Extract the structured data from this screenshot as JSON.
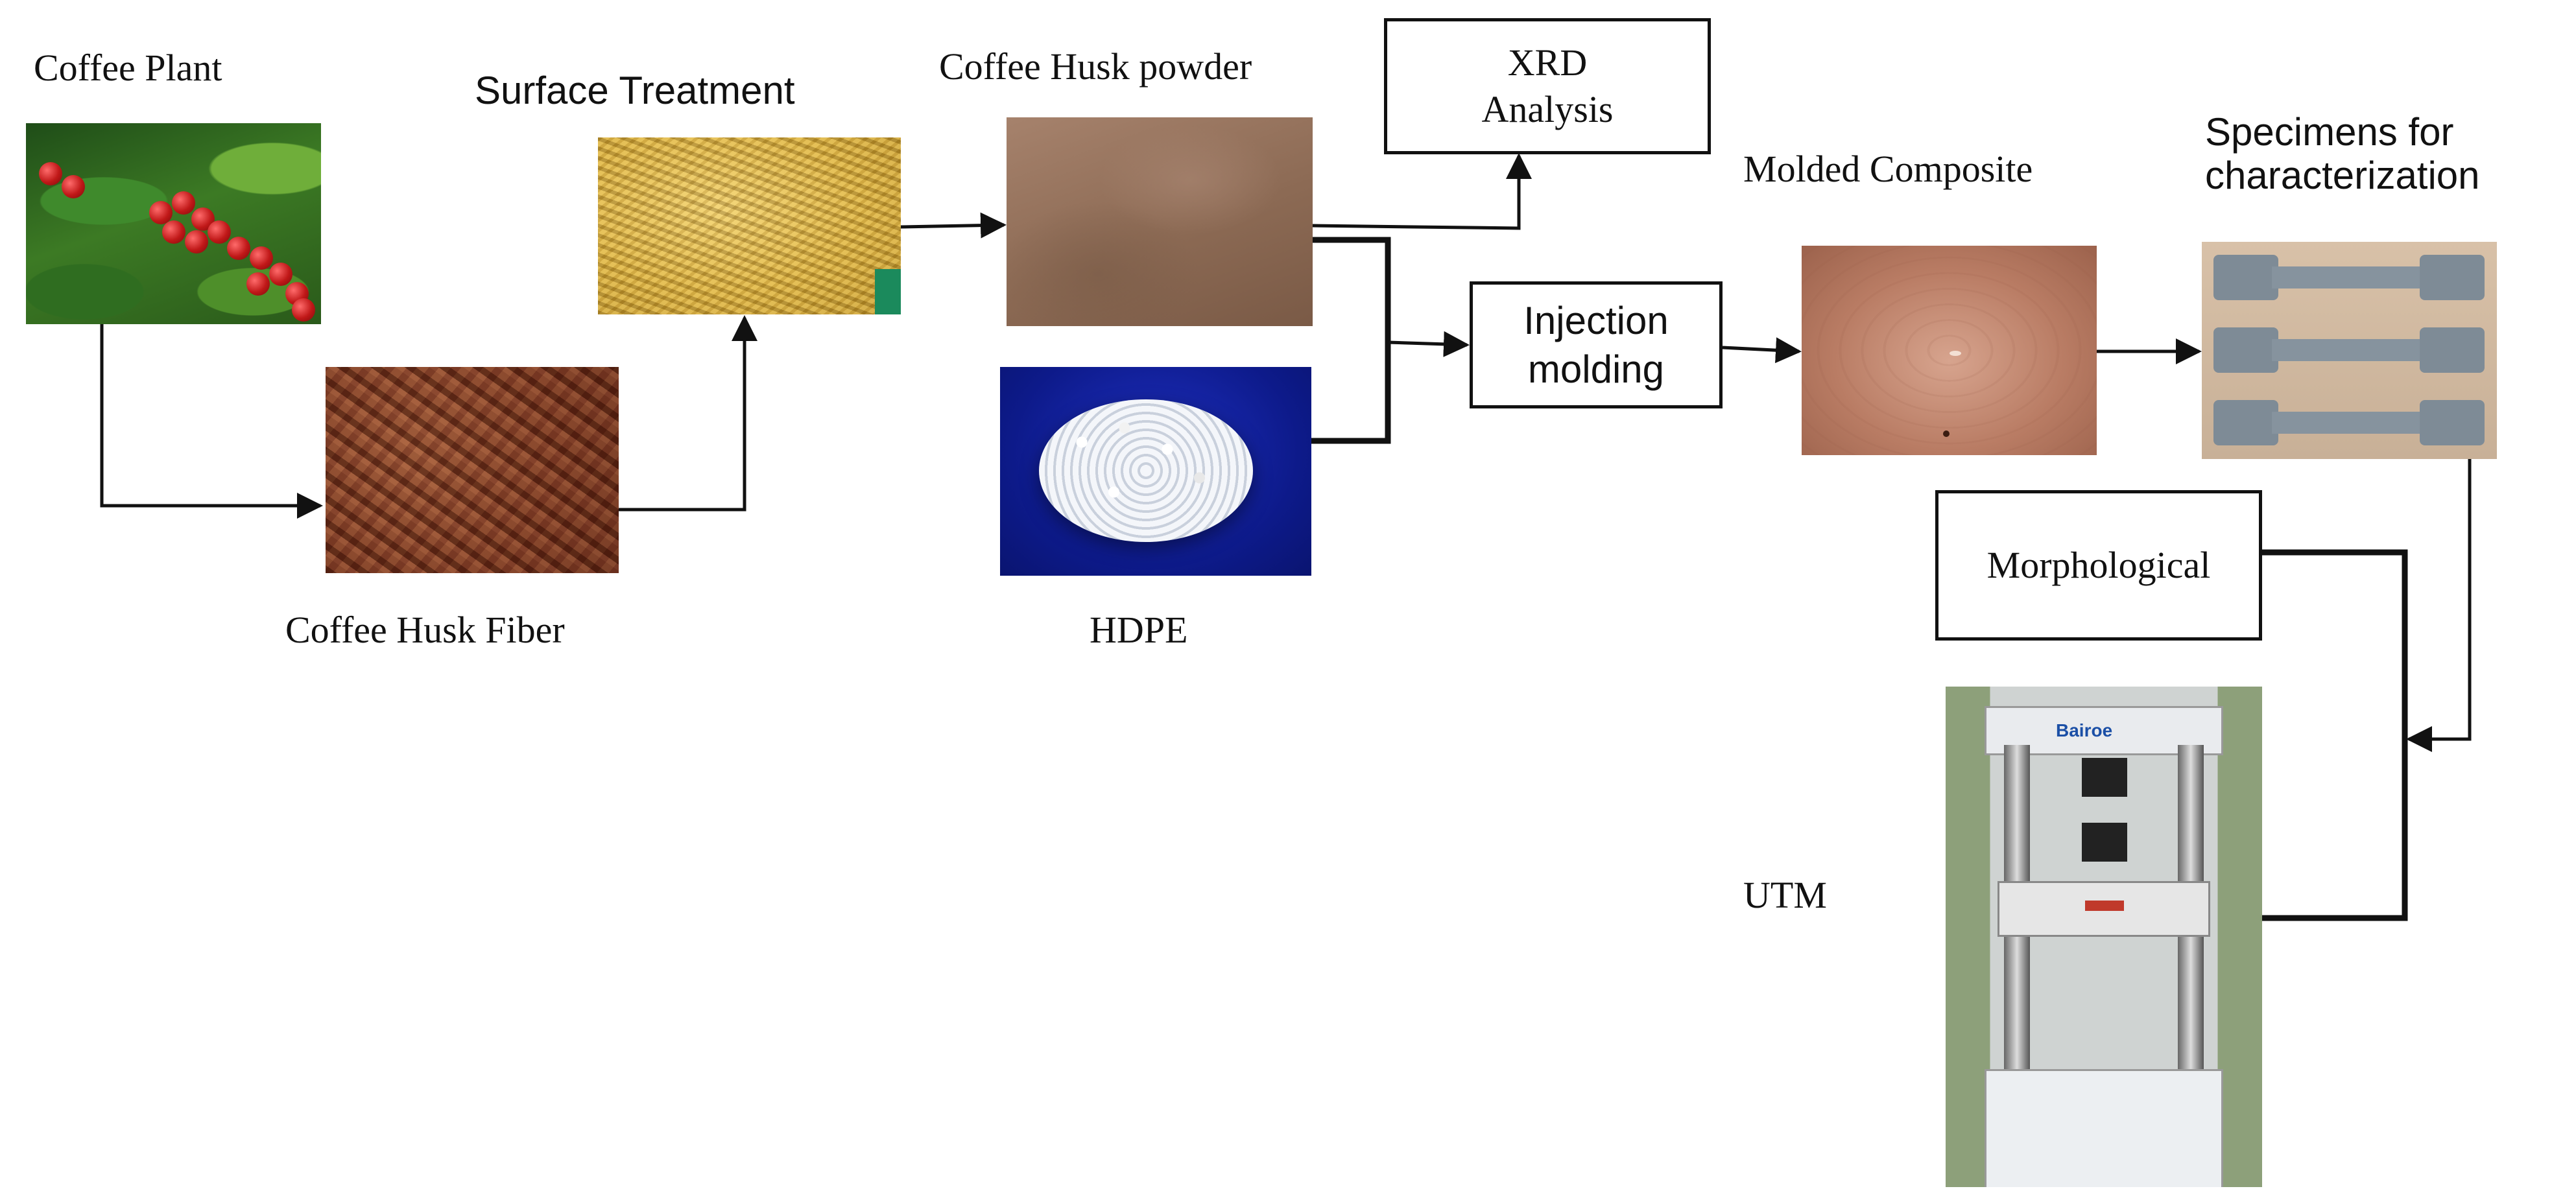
{
  "labels": {
    "coffee_plant": "Coffee Plant",
    "surface_treatment": "Surface Treatment",
    "coffee_husk_powder": "Coffee Husk powder",
    "coffee_husk_fiber": "Coffee Husk Fiber",
    "hdpe": "HDPE",
    "molded_composite": "Molded Composite",
    "specimens_line1": "Specimens for",
    "specimens_line2": "characterization",
    "utm": "UTM"
  },
  "boxes": {
    "xrd_line1": "XRD",
    "xrd_line2": "Analysis",
    "injection_line1": "Injection",
    "injection_line2": "molding",
    "morphological": "Morphological"
  },
  "images": {
    "utm_brand": "Bairoe"
  }
}
